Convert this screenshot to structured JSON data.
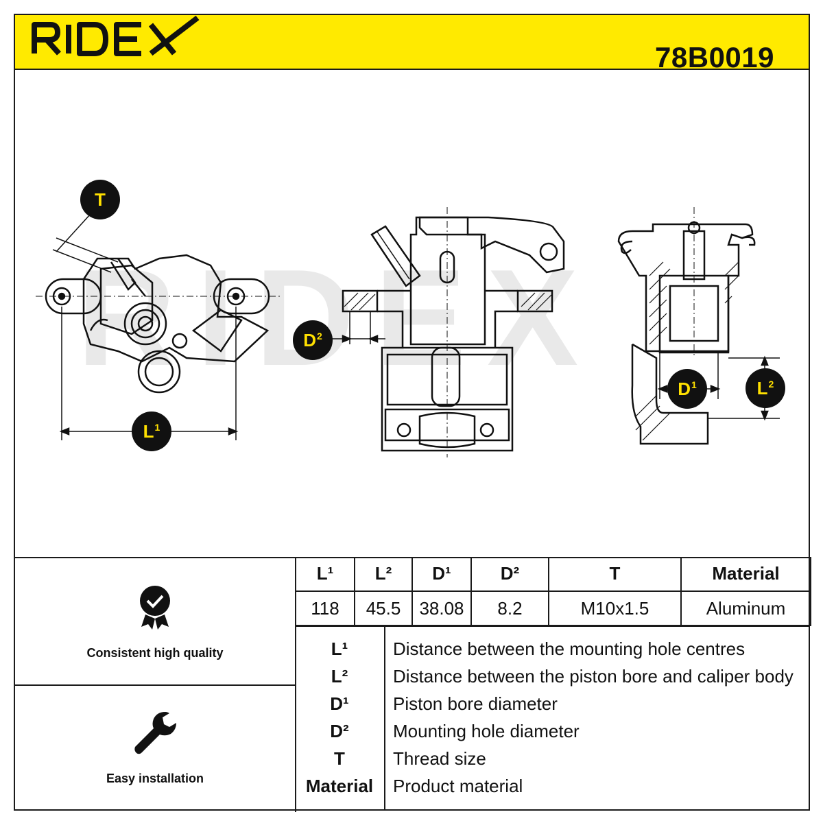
{
  "header": {
    "brand": "RIDEX",
    "part_number": "78B0019",
    "background_color": "#ffea00"
  },
  "drawing": {
    "watermark": "RIDEX",
    "markers": {
      "t": "T",
      "l1": "L",
      "l1_sup": "1",
      "d2": "D",
      "d2_sup": "2",
      "d1": "D",
      "d1_sup": "1",
      "l2": "L",
      "l2_sup": "2"
    },
    "marker_colors": {
      "fill": "#111111",
      "text": "#ffe000"
    }
  },
  "features": [
    {
      "label": "Consistent high quality",
      "icon": "quality-badge-icon"
    },
    {
      "label": "Easy installation",
      "icon": "wrench-icon"
    }
  ],
  "spec_table": {
    "headers": [
      "L¹",
      "L²",
      "D¹",
      "D²",
      "T",
      "Material"
    ],
    "values": [
      "118",
      "45.5",
      "38.08",
      "8.2",
      "M10x1.5",
      "Aluminum"
    ]
  },
  "legend": [
    {
      "key": "L¹",
      "description": "Distance between the mounting hole centres"
    },
    {
      "key": "L²",
      "description": "Distance between the piston bore and caliper body"
    },
    {
      "key": "D¹",
      "description": "Piston bore diameter"
    },
    {
      "key": "D²",
      "description": "Mounting hole diameter"
    },
    {
      "key": "T",
      "description": "Thread size"
    },
    {
      "key": "Material",
      "description": "Product material"
    }
  ]
}
